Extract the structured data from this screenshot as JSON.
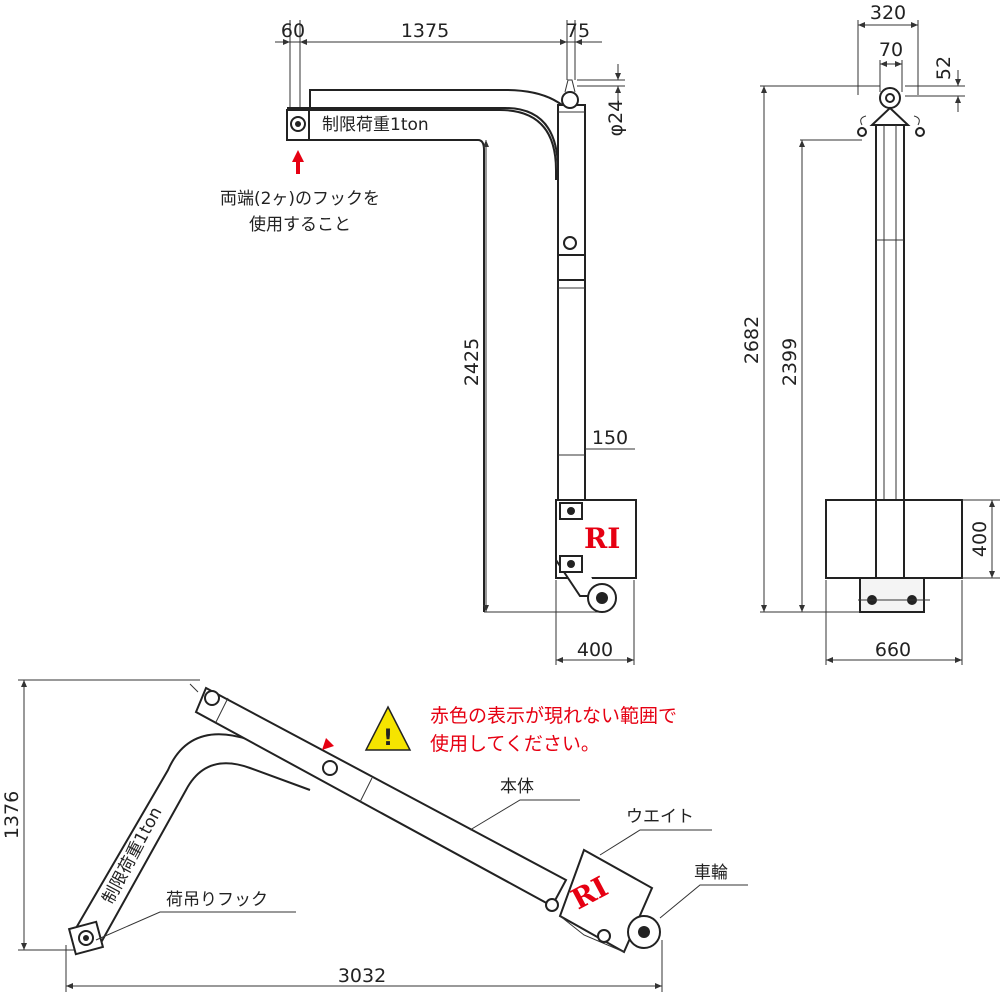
{
  "dimensions": {
    "side": {
      "hook_offset": "60",
      "beam_length": "1375",
      "tip_offset": "75",
      "pin_dia": "φ24",
      "height": "2425",
      "post_width": "150",
      "base_width": "400"
    },
    "front": {
      "total_width_top": "320",
      "center_width": "70",
      "top_offset": "52",
      "total_height": "2682",
      "hook_height": "2399",
      "weight_height": "400",
      "base_width": "660"
    },
    "folded": {
      "height": "1376",
      "length": "3032"
    }
  },
  "labels": {
    "beam_rating": "制限荷重1ton",
    "hook_note_line1": "両端(2ヶ)のフックを",
    "hook_note_line2": "使用すること",
    "warning_line1": "赤色の表示が現れない範囲で",
    "warning_line2": "使用してください。",
    "warning_symbol": "!",
    "body": "本体",
    "weight": "ウエイト",
    "wheel": "車輪",
    "hook": "荷吊りフック",
    "logo": "RI"
  },
  "colors": {
    "accent": "#e60012",
    "warning_fill": "#f5e400",
    "line": "#222222"
  }
}
